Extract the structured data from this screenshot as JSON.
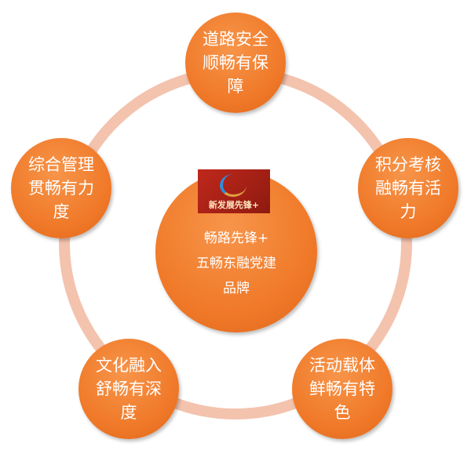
{
  "center": {
    "logo_text": "新发展先锋+",
    "lines": [
      "畅路先锋+",
      "五畅东融党建",
      "品牌"
    ]
  },
  "nodes": [
    {
      "label": "道路安全顺畅有保障"
    },
    {
      "label": "积分考核融畅有活力"
    },
    {
      "label": "活动载体鲜畅有特色"
    },
    {
      "label": "文化融入舒畅有深度"
    },
    {
      "label": "综合管理贯畅有力度"
    }
  ],
  "colors": {
    "node": "#f07a2a",
    "ring": "#f3c3ae"
  }
}
